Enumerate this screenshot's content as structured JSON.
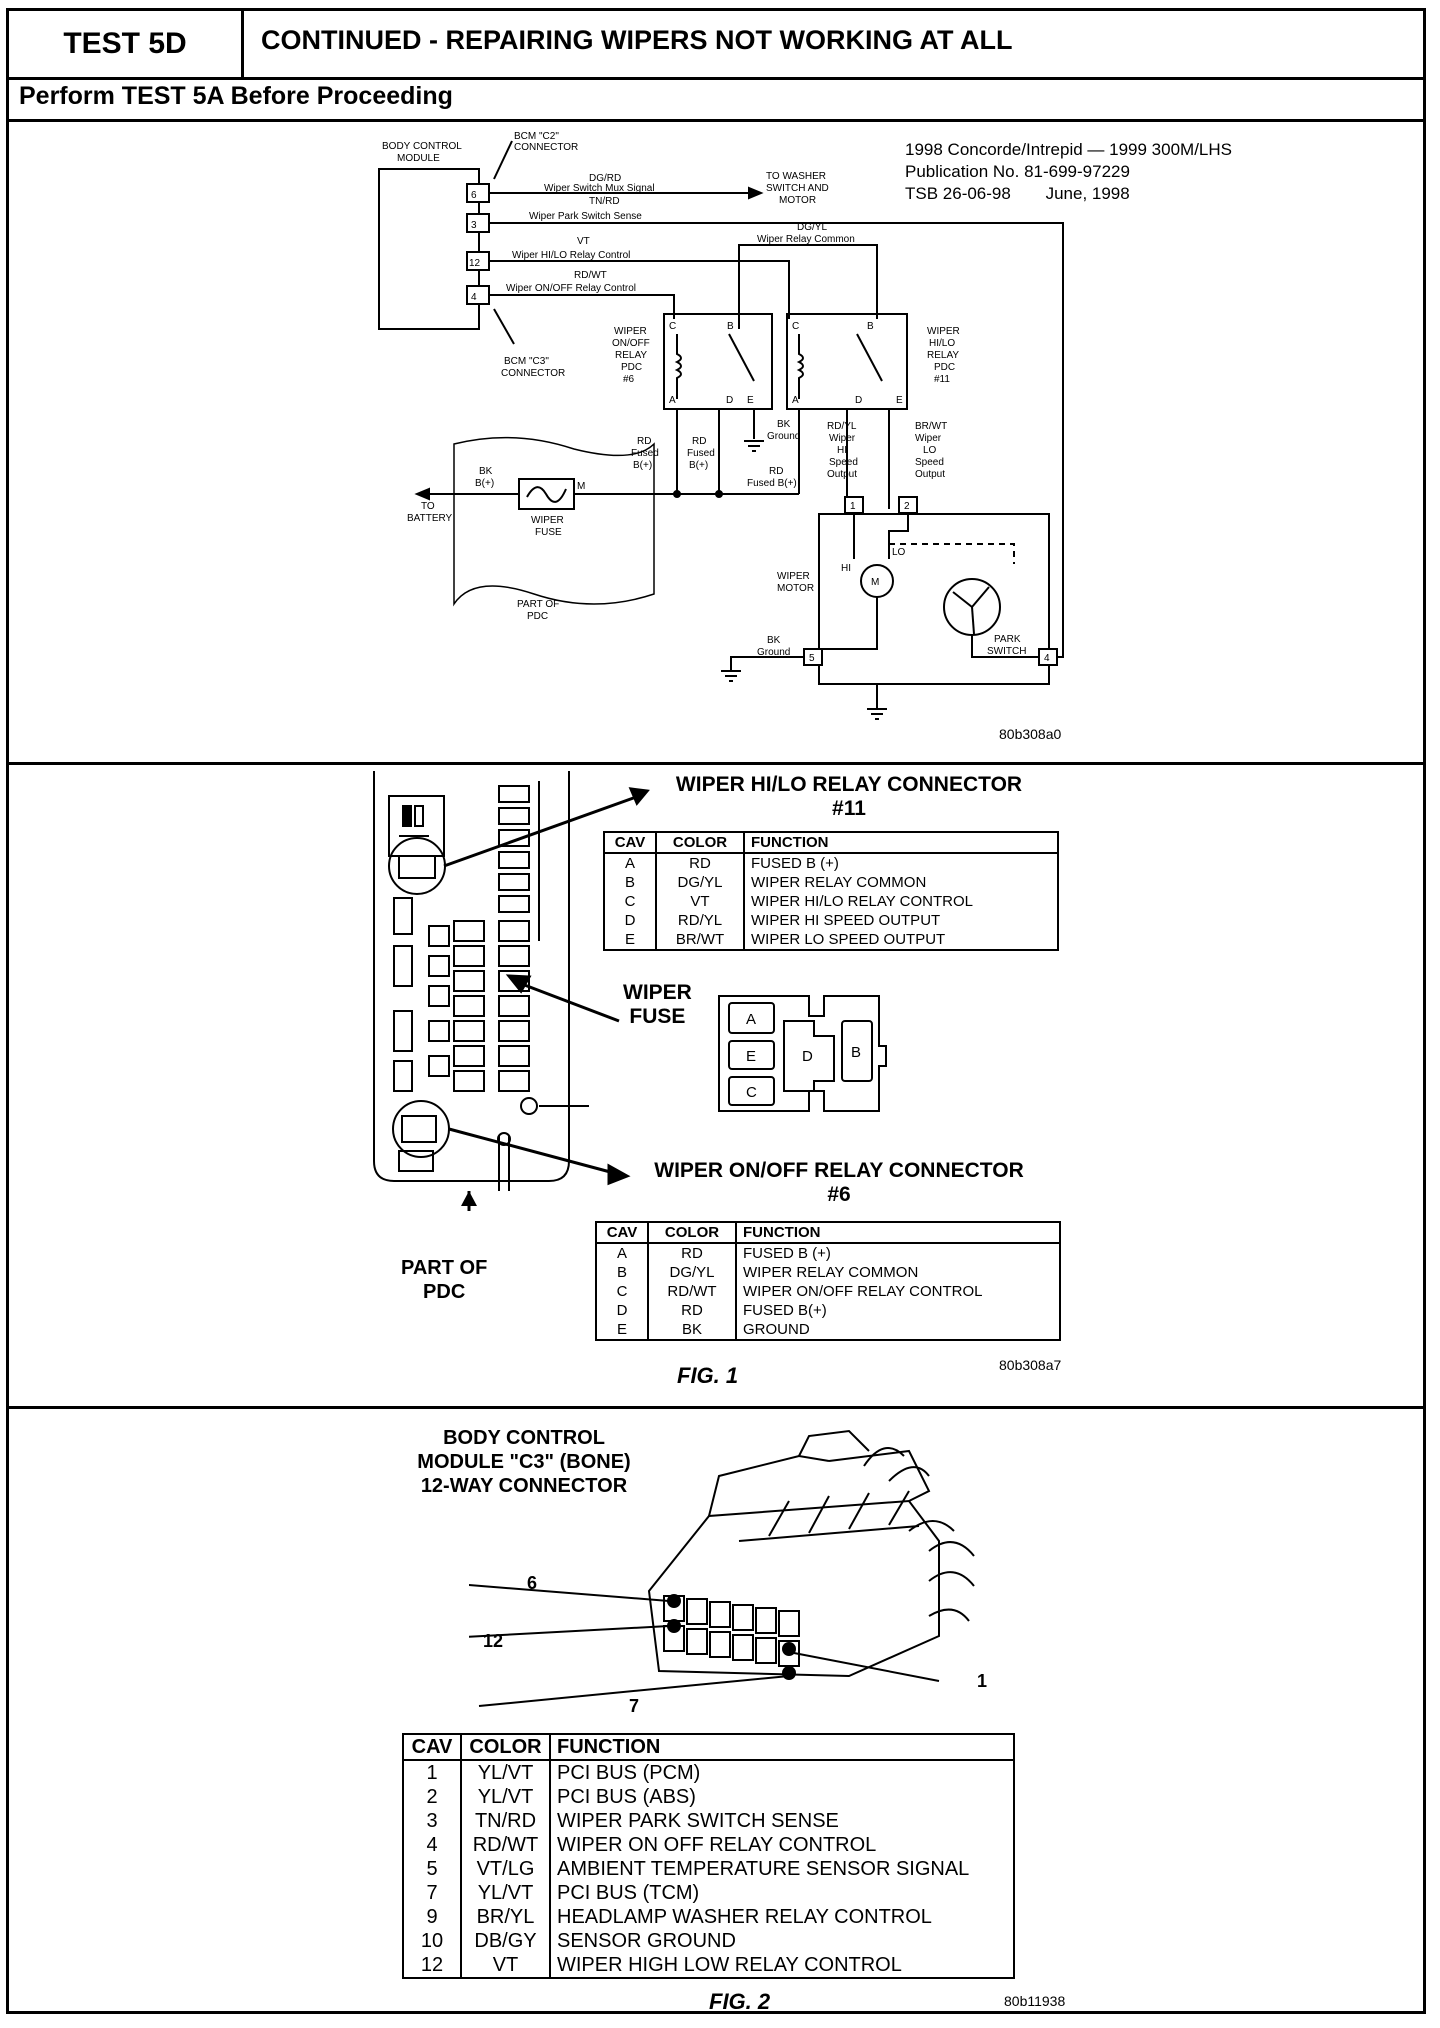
{
  "header": {
    "test_id": "TEST 5D",
    "title": "CONTINUED - REPAIRING WIPERS NOT WORKING AT ALL",
    "subtitle": "Perform TEST 5A Before Proceeding"
  },
  "publication": {
    "line1": "1998 Concorde/Intrepid — 1999 300M/LHS",
    "line2": "Publication No. 81-699-97229",
    "tsb": "TSB 26-06-98",
    "date": "June, 1998"
  },
  "schematic": {
    "bcm_label_1": "BODY CONTROL",
    "bcm_label_2": "MODULE",
    "c2_1": "BCM \"C2\"",
    "c2_2": "CONNECTOR",
    "c3_1": "BCM \"C3\"",
    "c3_2": "CONNECTOR",
    "pin6": "6",
    "pin3": "3",
    "pin12": "12",
    "pin4": "4",
    "w1_color": "DG/RD",
    "w1_name": "Wiper Switch Mux Signal",
    "w2_color": "TN/RD",
    "w2_name": "Wiper Park Switch Sense",
    "w3_color": "VT",
    "w3_name": "Wiper HI/LO Relay Control",
    "w4_color": "RD/WT",
    "w4_name": "Wiper ON/OFF Relay Control",
    "washer_1": "TO WASHER",
    "washer_2": "SWITCH AND",
    "washer_3": "MOTOR",
    "common_color": "DG/YL",
    "common_name": "Wiper Relay Common",
    "relay1_lines": [
      "WIPER",
      "ON/OFF",
      "RELAY",
      "PDC",
      "#6"
    ],
    "relay2_lines": [
      "WIPER",
      "HI/LO",
      "RELAY",
      "PDC",
      "#11"
    ],
    "pin_a": "A",
    "pin_b": "B",
    "pin_c": "C",
    "pin_d": "D",
    "pin_e": "E",
    "rd_fused1": [
      "RD",
      "Fused",
      "B(+)"
    ],
    "rd_fused2": [
      "RD",
      "Fused",
      "B(+)"
    ],
    "bk_ground": [
      "BK",
      "Ground"
    ],
    "rd_fused3": [
      "RD",
      "Fused B(+)"
    ],
    "hi_out": [
      "RD/YL",
      "Wiper",
      "HI",
      "Speed",
      "Output"
    ],
    "lo_out": [
      "BR/WT",
      "Wiper",
      "LO",
      "Speed",
      "Output"
    ],
    "battery_1": "TO",
    "battery_2": "BATTERY",
    "bk_b": [
      "BK",
      "B(+)"
    ],
    "fuse_m": "M",
    "wiper_fuse": [
      "WIPER",
      "FUSE"
    ],
    "part_pdc": [
      "PART OF",
      "PDC"
    ],
    "motor_label": [
      "WIPER",
      "MOTOR"
    ],
    "hi": "HI",
    "lo": "LO",
    "m": "M",
    "motor_pin1": "1",
    "motor_pin2": "2",
    "motor_pin4": "4",
    "motor_pin5": "5",
    "bk_ground2": [
      "BK",
      "Ground"
    ],
    "park_switch": [
      "PARK",
      "SWITCH"
    ],
    "ref": "80b308a0"
  },
  "fig1": {
    "hilo_title_1": "WIPER HI/LO RELAY CONNECTOR",
    "hilo_title_2": "#11",
    "onoff_title_1": "WIPER ON/OFF RELAY CONNECTOR",
    "onoff_title_2": "#6",
    "wiper_fuse_1": "WIPER",
    "wiper_fuse_2": "FUSE",
    "part_of_1": "PART OF",
    "part_of_2": "PDC",
    "headers": [
      "CAV",
      "COLOR",
      "FUNCTION"
    ],
    "hilo_rows": [
      [
        "A",
        "RD",
        "FUSED B (+)"
      ],
      [
        "B",
        "DG/YL",
        "WIPER RELAY COMMON"
      ],
      [
        "C",
        "VT",
        "WIPER HI/LO RELAY CONTROL"
      ],
      [
        "D",
        "RD/YL",
        "WIPER HI SPEED OUTPUT"
      ],
      [
        "E",
        "BR/WT",
        "WIPER LO SPEED OUTPUT"
      ]
    ],
    "onoff_rows": [
      [
        "A",
        "RD",
        "FUSED B (+)"
      ],
      [
        "B",
        "DG/YL",
        "WIPER RELAY COMMON"
      ],
      [
        "C",
        "RD/WT",
        "WIPER ON/OFF RELAY CONTROL"
      ],
      [
        "D",
        "RD",
        "FUSED B(+)"
      ],
      [
        "E",
        "BK",
        "GROUND"
      ]
    ],
    "conn_pins": [
      "A",
      "E",
      "C",
      "D",
      "B"
    ],
    "caption": "FIG. 1",
    "ref": "80b308a7"
  },
  "fig2": {
    "title_1": "BODY CONTROL",
    "title_2": "MODULE \"C3\" (BONE)",
    "title_3": "12-WAY CONNECTOR",
    "call_6": "6",
    "call_12": "12",
    "call_1": "1",
    "call_7": "7",
    "headers": [
      "CAV",
      "COLOR",
      "FUNCTION"
    ],
    "rows": [
      [
        "1",
        "YL/VT",
        "PCI BUS (PCM)"
      ],
      [
        "2",
        "YL/VT",
        "PCI BUS (ABS)"
      ],
      [
        "3",
        "TN/RD",
        "WIPER PARK SWITCH SENSE"
      ],
      [
        "4",
        "RD/WT",
        "WIPER ON OFF RELAY CONTROL"
      ],
      [
        "5",
        "VT/LG",
        "AMBIENT TEMPERATURE SENSOR SIGNAL"
      ],
      [
        "7",
        "YL/VT",
        "PCI BUS (TCM)"
      ],
      [
        "9",
        "BR/YL",
        "HEADLAMP WASHER RELAY CONTROL"
      ],
      [
        "10",
        "DB/GY",
        "SENSOR GROUND"
      ],
      [
        "12",
        "VT",
        "WIPER HIGH LOW RELAY CONTROL"
      ]
    ],
    "caption": "FIG. 2",
    "ref": "80b11938"
  }
}
